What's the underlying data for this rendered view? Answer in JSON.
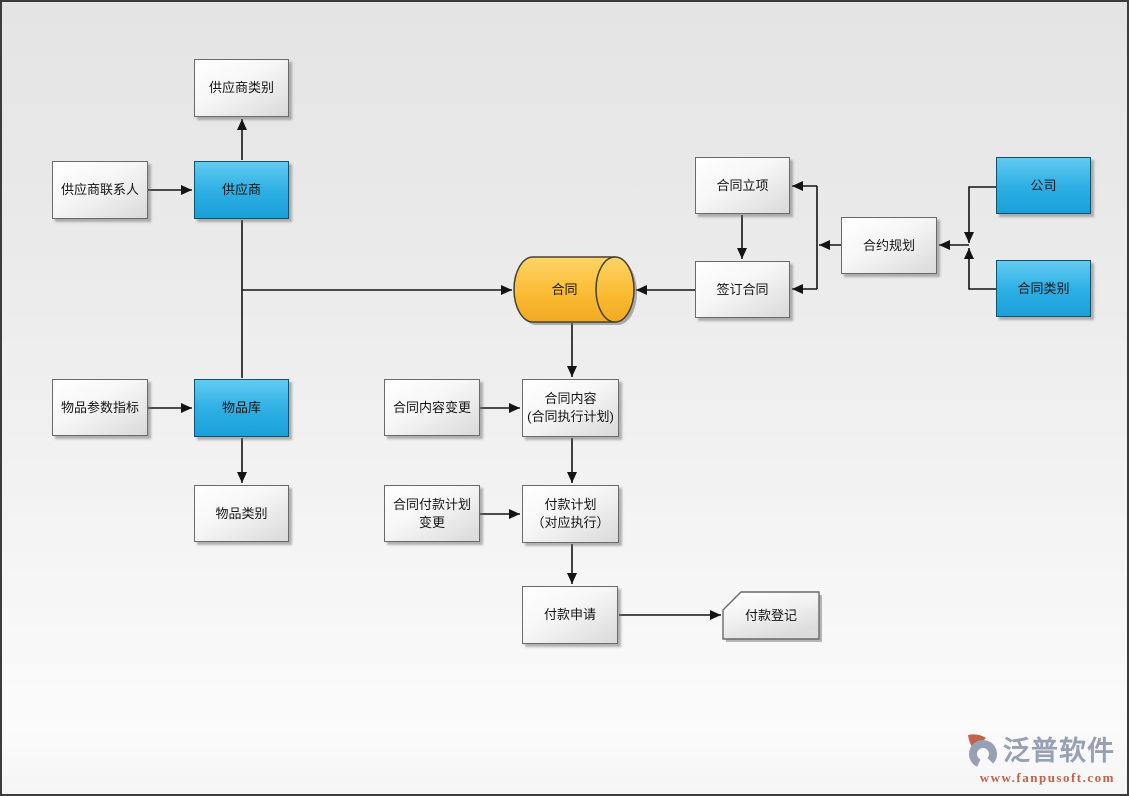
{
  "nodes": {
    "supplier_category": {
      "label": "供应商类别"
    },
    "supplier_contact": {
      "label": "供应商联系人"
    },
    "supplier": {
      "label": "供应商"
    },
    "item_params": {
      "label": "物品参数指标"
    },
    "item_library": {
      "label": "物品库"
    },
    "item_category": {
      "label": "物品类别"
    },
    "contract_db": {
      "label": "合同"
    },
    "contract_initiation": {
      "label": "合同立项"
    },
    "contract_signing": {
      "label": "签订合同"
    },
    "contract_planning": {
      "label": "合约规划"
    },
    "company": {
      "label": "公司"
    },
    "contract_category": {
      "label": "合同类别"
    },
    "contract_content_change": {
      "label": "合同内容变更"
    },
    "contract_content": {
      "line1": "合同内容",
      "line2": "(合同执行计划)"
    },
    "contract_payment_plan_change": {
      "line1": "合同付款计划",
      "line2": "变更"
    },
    "payment_plan": {
      "line1": "付款计划",
      "line2": "（对应执行）"
    },
    "payment_request": {
      "label": "付款申请"
    },
    "payment_registration": {
      "label": "付款登记"
    }
  },
  "watermark": {
    "brand": "泛普软件",
    "url": "www.fanpusoft.com"
  },
  "colors": {
    "node_blue": "#2fb0e5",
    "cylinder_yellow": "#fbbc34",
    "connector": "#141414",
    "logo_gray": "#98a0b4",
    "logo_orange": "#c0634a"
  }
}
